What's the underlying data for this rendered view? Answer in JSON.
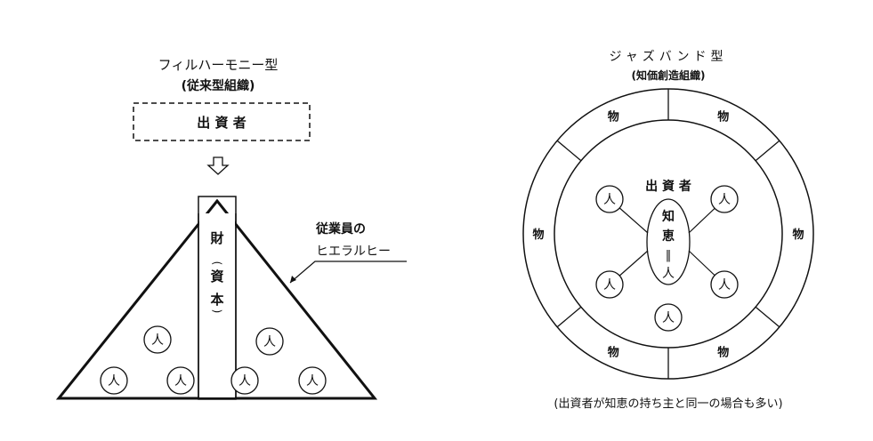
{
  "left": {
    "title": "フィルハーモニー型",
    "subtitle": "(従来型組織)",
    "investor_box": "出 資 者",
    "pillar_chars": [
      "財",
      "(",
      "資",
      "本",
      ")"
    ],
    "hierarchy_label_line1": "従業員の",
    "hierarchy_label_line2": "ヒエラルヒー",
    "person_glyph": "人"
  },
  "right": {
    "title": "ジャズバンド型",
    "subtitle": "(知価創造組織)",
    "center_label": "出 資 者",
    "ellipse_chars": [
      "知",
      "恵",
      "‖",
      "人"
    ],
    "segment_label": "物",
    "person_glyph": "人",
    "caption": "(出資者が知恵の持ち主と同一の場合も多い)"
  }
}
